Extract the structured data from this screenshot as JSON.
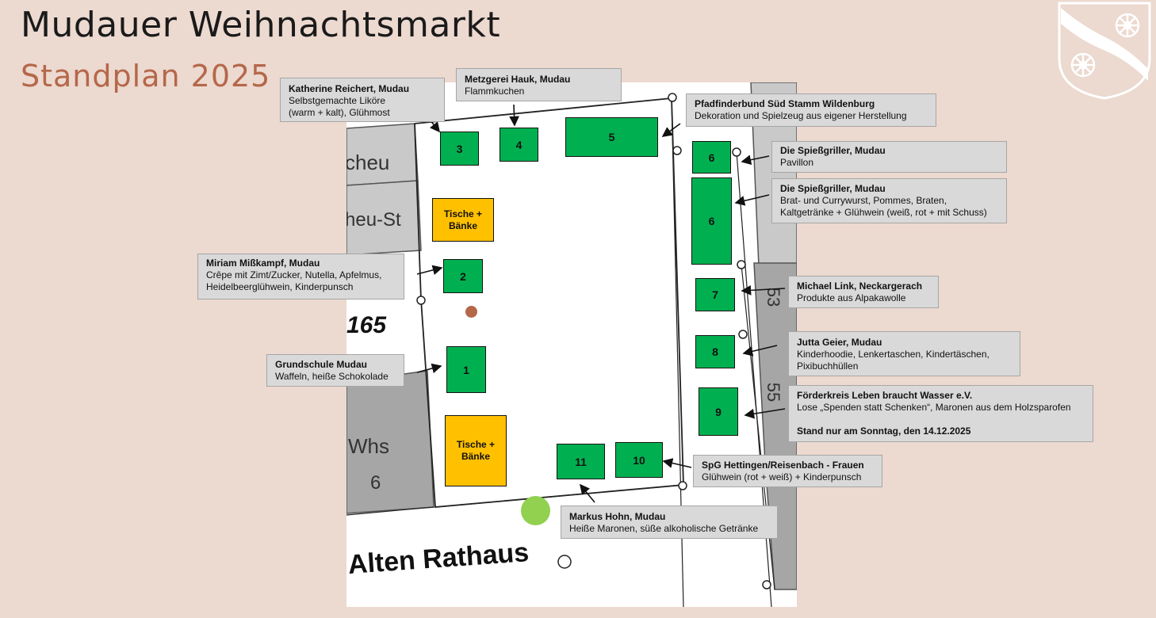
{
  "header": {
    "title": "Mudauer Weihnachtsmarkt",
    "subtitle": "Standplan 2025"
  },
  "colors": {
    "background": "#ecd9cf",
    "stand": "#00b050",
    "tables": "#ffc000",
    "subtitle": "#b5674a",
    "label_box": "#d9d9d9",
    "building_gray": "#a6a6a6",
    "brown_dot": "#b5674a",
    "green_dot": "#92d050"
  },
  "crest": {
    "icon": "coat-of-arms-wheels-icon"
  },
  "map_labels": {
    "scheu": "cheu",
    "scheu_st": "heu-St",
    "num_165": "165",
    "whs": "Whs",
    "whs_num": "6",
    "num_53": "53",
    "num_55": "55",
    "street": "Alten Rathaus"
  },
  "stands": {
    "s1": "1",
    "s2": "2",
    "s3": "3",
    "s4": "4",
    "s5": "5",
    "s6a": "6",
    "s6b": "6",
    "s7": "7",
    "s8": "8",
    "s9": "9",
    "s10": "10",
    "s11": "11"
  },
  "tables": {
    "t1": {
      "line1": "Tische +",
      "line2": "Bänke"
    },
    "t2": {
      "line1": "Tische +",
      "line2": "Bänke"
    }
  },
  "labels": {
    "reichert": {
      "name": "Katherine Reichert, Mudau",
      "line1": "Selbstgemachte Liköre",
      "line2": "(warm + kalt), Glühmost"
    },
    "hauk": {
      "name": "Metzgerei Hauk, Mudau",
      "line1": "Flammkuchen"
    },
    "pfadfinder": {
      "name": "Pfadfinderbund Süd Stamm Wildenburg",
      "line1": "Dekoration und Spielzeug aus eigener Herstellung"
    },
    "spiess1": {
      "name": "Die Spießgriller, Mudau",
      "line1": "Pavillon"
    },
    "spiess2": {
      "name": "Die Spießgriller, Mudau",
      "line1": "Brat- und Currywurst, Pommes, Braten,",
      "line2": "Kaltgetränke + Glühwein (weiß, rot + mit Schuss)"
    },
    "misskampf": {
      "name": "Miriam Mißkampf, Mudau",
      "line1": "Crêpe mit Zimt/Zucker, Nutella, Apfelmus,",
      "line2": "Heidelbeerglühwein, Kinderpunsch"
    },
    "link": {
      "name": "Michael Link, Neckargerach",
      "line1": "Produkte aus Alpakawolle"
    },
    "geier": {
      "name": "Jutta Geier, Mudau",
      "line1": "Kinderhoodie, Lenkertaschen, Kindertäschen,",
      "line2": "Pixibuchhüllen"
    },
    "grundschule": {
      "name": "Grundschule Mudau",
      "line1": "Waffeln, heiße Schokolade"
    },
    "foerderkreis": {
      "name": "Förderkreis Leben braucht Wasser e.V.",
      "line1": "Lose „Spenden statt Schenken“, Maronen aus dem Holzsparofen",
      "line3": "Stand nur am Sonntag, den 14.12.2025"
    },
    "spg": {
      "name": "SpG Hettingen/Reisenbach - Frauen",
      "line1": "Glühwein (rot + weiß) + Kinderpunsch"
    },
    "hohn": {
      "name": "Markus Hohn, Mudau",
      "line1": "Heiße Maronen, süße alkoholische Getränke"
    }
  }
}
